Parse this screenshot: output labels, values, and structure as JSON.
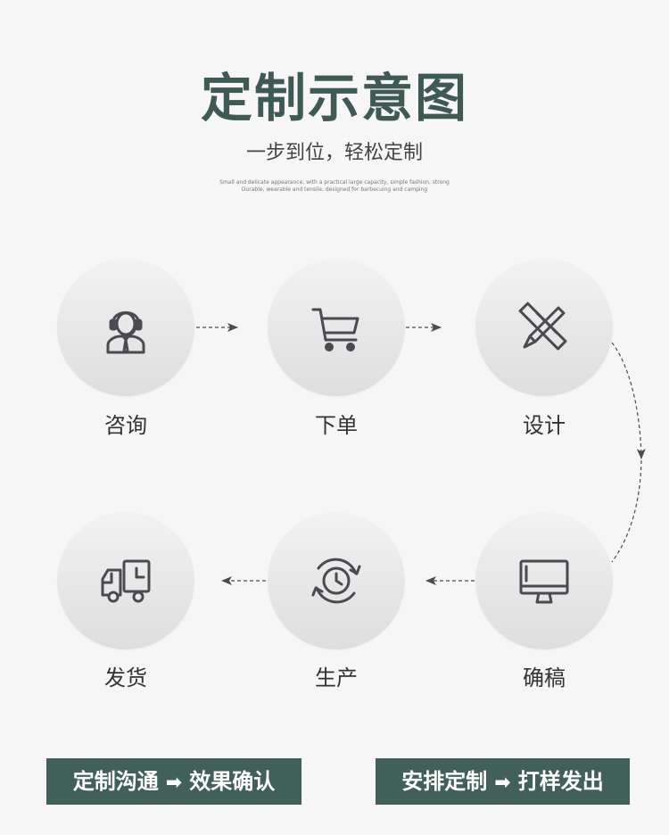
{
  "title": "定制示意图",
  "subtitle": "一步到位，轻松定制",
  "tagline": [
    "Small and delicate appearance, with a practical large capacity, simple fashion, strong",
    "Durable, wearable and tensile, designed for barbecuing and camping"
  ],
  "steps": [
    {
      "label": "咨询",
      "icon": "customer-service-icon"
    },
    {
      "label": "下单",
      "icon": "shopping-cart-icon"
    },
    {
      "label": "设计",
      "icon": "pencil-ruler-icon"
    },
    {
      "label": "确稿",
      "icon": "monitor-icon"
    },
    {
      "label": "生产",
      "icon": "clock-cycle-icon"
    },
    {
      "label": "发货",
      "icon": "delivery-truck-icon"
    }
  ],
  "buttons": [
    {
      "left": "定制沟通",
      "arrow": "➡",
      "right": "效果确认"
    },
    {
      "left": "安排定制",
      "arrow": "➡",
      "right": "打样发出"
    }
  ],
  "colors": {
    "accent": "#41605a",
    "icon": "#4a4a52",
    "background": "#f6f6f6"
  }
}
